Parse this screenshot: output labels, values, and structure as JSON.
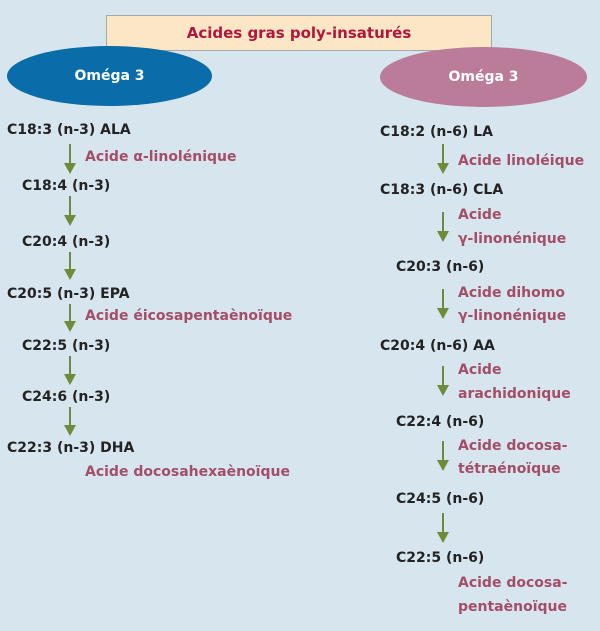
{
  "title": "Acides gras poly-insaturés",
  "left": {
    "header": "Oméga 3",
    "items": [
      {
        "code": "C18:3 (n-3) ALA",
        "name": "Acide α-linolénique"
      },
      {
        "code": "C18:4 (n-3)"
      },
      {
        "code": "C20:4 (n-3)"
      },
      {
        "code": "C20:5 (n-3) EPA",
        "name": "Acide éicosapentaènoïque"
      },
      {
        "code": "C22:5 (n-3)"
      },
      {
        "code": "C24:6 (n-3)"
      },
      {
        "code": "C22:3 (n-3) DHA",
        "name": "Acide docosahexaènoïque"
      }
    ]
  },
  "right": {
    "header": "Oméga 3",
    "items": [
      {
        "code": "C18:2 (n-6) LA",
        "name": "Acide linoléique"
      },
      {
        "code": "C18:3 (n-6) CLA",
        "name_lines": [
          "Acide",
          "γ-linonénique"
        ]
      },
      {
        "code": "C20:3 (n-6)",
        "name_lines": [
          "Acide dihomo",
          "γ-linonénique"
        ]
      },
      {
        "code": "C20:4 (n-6) AA",
        "name_lines": [
          "Acide",
          "arachidonique"
        ]
      },
      {
        "code": "C22:4 (n-6)",
        "name_lines": [
          "Acide docosa-",
          "tétraénoïque"
        ]
      },
      {
        "code": "C24:5 (n-6)"
      },
      {
        "code": "C22:5 (n-6)",
        "name_lines": [
          "Acide docosa-",
          "pentaènoïque"
        ]
      }
    ]
  },
  "colors": {
    "background": "#d7e6ee",
    "title_bg": "#fbe6c6",
    "title_text": "#b2163b",
    "omega3_ellipse": "#0a6ca8",
    "omega6_ellipse": "#ba7c98",
    "name_text": "#a44d67",
    "arrow": "#6f8a3b"
  }
}
